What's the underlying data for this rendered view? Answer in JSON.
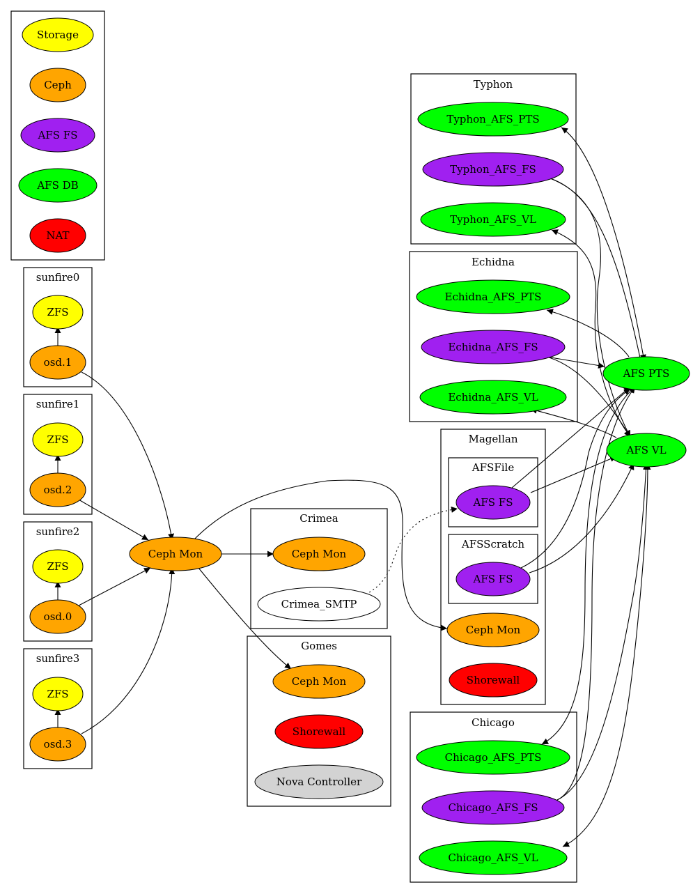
{
  "colors": {
    "storage": "#ffff00",
    "ceph": "#ffa500",
    "afs_fs": "#a020f0",
    "afs_db": "#00ff00",
    "nat": "#ff0000",
    "gray": "#d3d3d3",
    "white": "#ffffff"
  },
  "legend": {
    "storage": "Storage",
    "ceph": "Ceph",
    "afs_fs": "AFS FS",
    "afs_db": "AFS DB",
    "nat": "NAT"
  },
  "clusters": {
    "sunfire0": "sunfire0",
    "sunfire1": "sunfire1",
    "sunfire2": "sunfire2",
    "sunfire3": "sunfire3",
    "typhon": "Typhon",
    "echidna": "Echidna",
    "magellan": "Magellan",
    "afsfile": "AFSFile",
    "afsscratch": "AFSScratch",
    "crimea": "Crimea",
    "gomes": "Gomes",
    "chicago": "Chicago"
  },
  "nodes": {
    "zfs": "ZFS",
    "osd1": "osd.1",
    "osd2": "osd.2",
    "osd0": "osd.0",
    "osd3": "osd.3",
    "ceph_mon": "Ceph Mon",
    "crimea_ceph_mon": "Ceph Mon",
    "crimea_smtp": "Crimea_SMTP",
    "gomes_ceph_mon": "Ceph Mon",
    "gomes_shorewall": "Shorewall",
    "nova_controller": "Nova Controller",
    "typhon_afs_pts": "Typhon_AFS_PTS",
    "typhon_afs_fs": "Typhon_AFS_FS",
    "typhon_afs_vl": "Typhon_AFS_VL",
    "echidna_afs_pts": "Echidna_AFS_PTS",
    "echidna_afs_fs": "Echidna_AFS_FS",
    "echidna_afs_vl": "Echidna_AFS_VL",
    "afsfile_fs": "AFS FS",
    "afsscratch_fs": "AFS FS",
    "magellan_ceph_mon": "Ceph Mon",
    "magellan_shorewall": "Shorewall",
    "chicago_afs_pts": "Chicago_AFS_PTS",
    "chicago_afs_fs": "Chicago_AFS_FS",
    "chicago_afs_vl": "Chicago_AFS_VL",
    "afs_pts": "AFS PTS",
    "afs_vl": "AFS VL"
  }
}
